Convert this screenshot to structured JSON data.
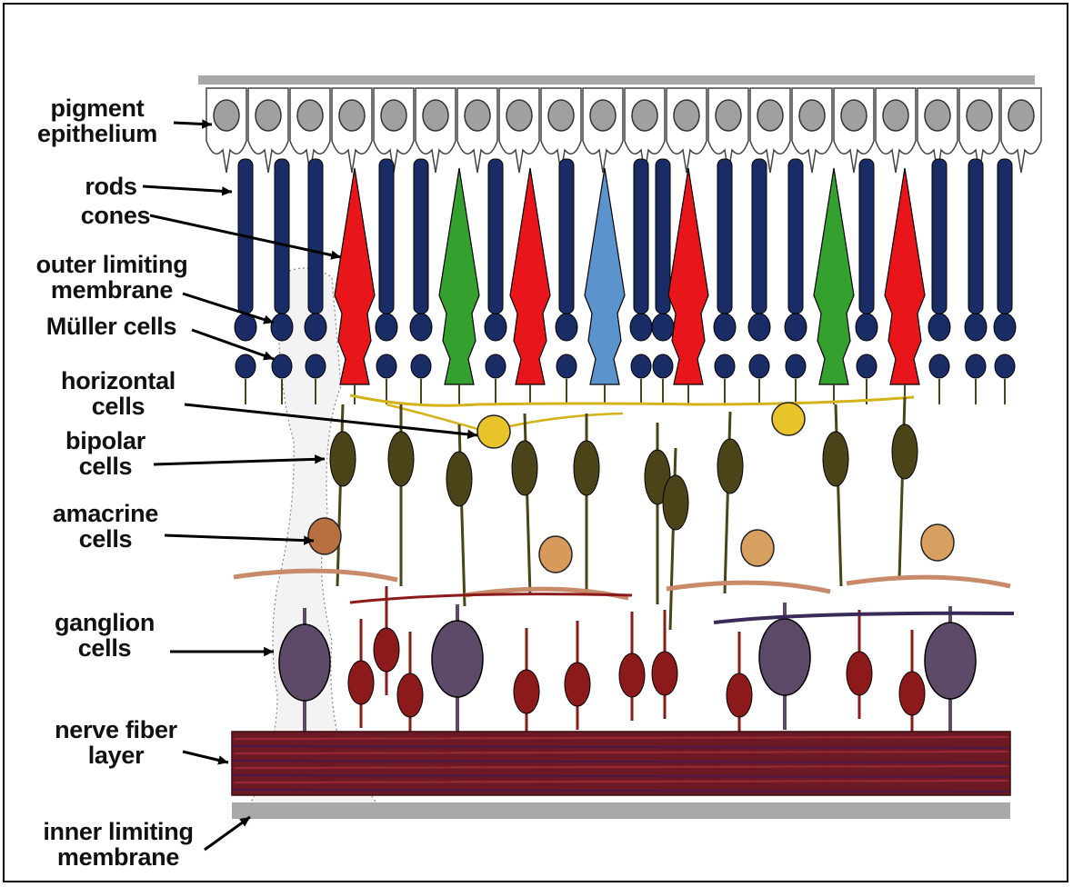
{
  "labels": {
    "pigment": {
      "line1": "pigment",
      "line2": "epithelium"
    },
    "rods": "rods",
    "cones": "cones",
    "olm": {
      "line1": "outer limiting",
      "line2": "membrane"
    },
    "muller": "Müller cells",
    "horizontal": {
      "line1": "horizontal",
      "line2": "cells"
    },
    "bipolar": {
      "line1": "bipolar",
      "line2": "cells"
    },
    "amacrine": {
      "line1": "amacrine",
      "line2": "cells"
    },
    "ganglion": {
      "line1": "ganglion",
      "line2": "cells"
    },
    "nerve": {
      "line1": "nerve fiber",
      "line2": "layer"
    },
    "ilm": {
      "line1": "inner limiting",
      "line2": "membrane"
    }
  },
  "colors": {
    "rod": "#1a2c66",
    "cone_red": "#e8151b",
    "cone_green": "#34a02e",
    "cone_blue": "#5b93cc",
    "horizontal_cell": "#e8c42a",
    "bipolar_cell": "#4a4418",
    "amacrine_cell": "#c98a4a",
    "ganglion_large": "#5c4a68",
    "ganglion_small": "#8c1a1a",
    "nerve_fiber": "#6b1a24",
    "membrane": "#a8a8a8"
  }
}
